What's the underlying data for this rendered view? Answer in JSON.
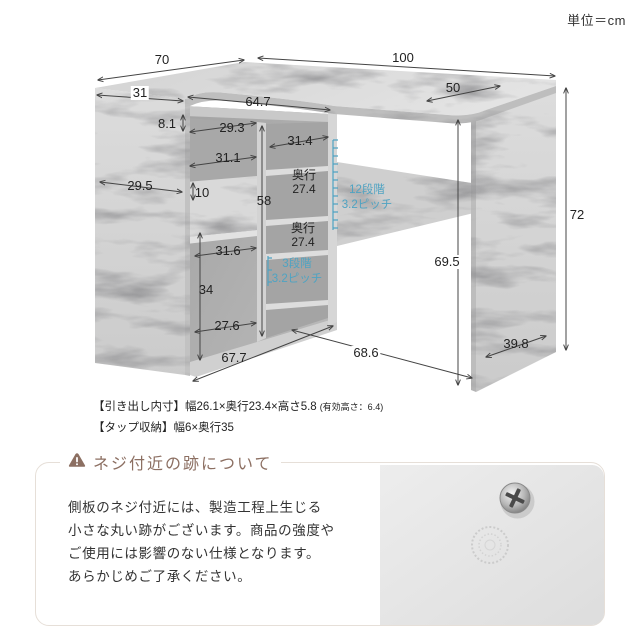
{
  "header": {
    "unit": "単位＝cm"
  },
  "dimensions": {
    "left_wing_depth": "70",
    "desk_width": "100",
    "left_wing_width": "31",
    "cabinet_inner_depth": "64.7",
    "right_end_depth": "50",
    "top_clearance": "8.1",
    "drawer_space_depth": "29.3",
    "shelf_depth_upper": "31.4",
    "drawer_depth": "31.1",
    "side_panel_depth": "29.5",
    "drawer_height": "10",
    "shelf_inner_depth_upper_label": "奥行",
    "shelf_inner_depth_upper": "27.4",
    "shelf_adjust_upper_steps": "12段階",
    "shelf_adjust_upper_pitch": "3.2ピッチ",
    "cabinet_height": "58",
    "desk_height": "72",
    "shelf_inner_depth_lower_label": "奥行",
    "shelf_inner_depth_lower": "27.4",
    "lower_bay_depth": "31.6",
    "shelf_adjust_lower_steps": "3段階",
    "shelf_adjust_lower_pitch": "3.2ピッチ",
    "knee_height": "69.5",
    "lower_bay_height": "34",
    "bottom_bay_depth": "27.6",
    "right_leg_depth": "39.8",
    "cabinet_outer_depth": "67.7",
    "knee_width": "68.6"
  },
  "specs": [
    {
      "text": "【引き出し内寸】幅26.1×奥行23.4×高さ5.8",
      "note": "(有効高さ：6.4)"
    },
    {
      "text": "【タップ収納】幅6×奥行35"
    }
  ],
  "notice": {
    "icon": "warning-icon",
    "title": "ネジ付近の跡について",
    "body_lines": [
      "側板のネジ付近には、製造工程上生じる",
      "小さな丸い跡がございます。商品の強度や",
      "ご使用には影響のない仕様となります。",
      "あらかじめご了承ください。"
    ]
  },
  "colors": {
    "accent": "#8c6f62",
    "adjust_blue": "#4fa3c2",
    "notice_border": "#e6dfd8",
    "text": "#333333"
  }
}
